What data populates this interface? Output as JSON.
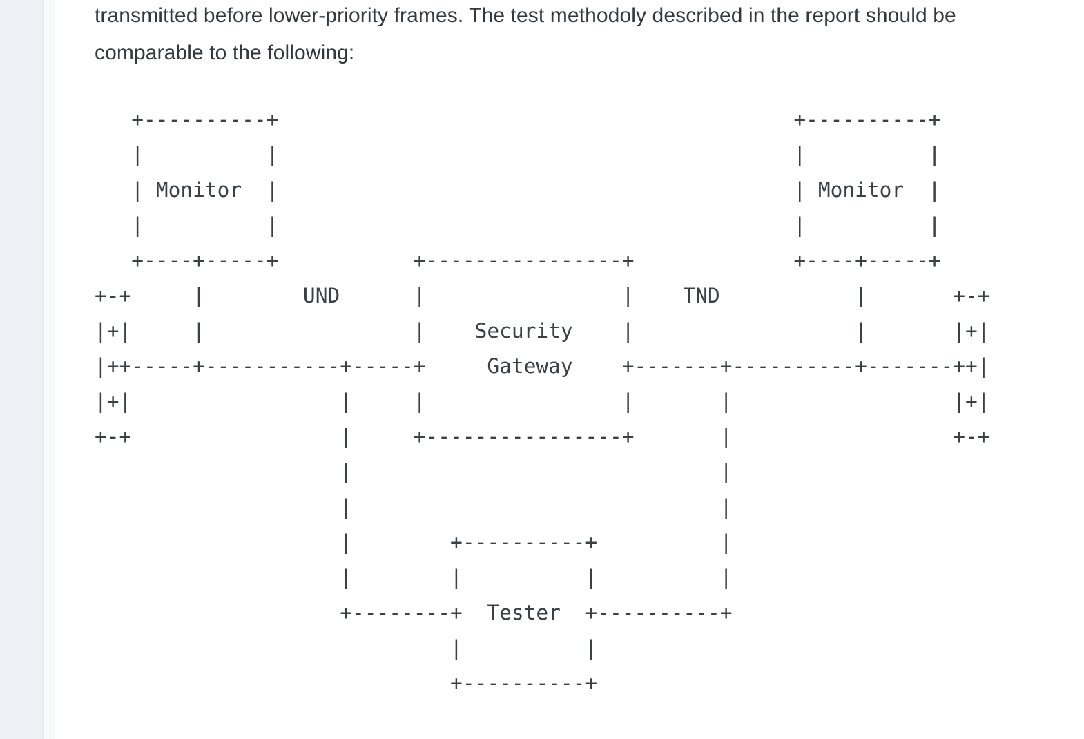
{
  "document": {
    "paragraph_lines": [
      "transmitted before lower-priority frames. The test methodoly described in the report should be",
      "comparable to the following:"
    ]
  },
  "diagram": {
    "semantics": {
      "nodes": [
        "Monitor",
        "Monitor",
        "Security Gateway",
        "Tester"
      ],
      "interface_labels": [
        "UND",
        "TND"
      ]
    },
    "lines": [
      "   +----------+                                          +----------+",
      "   |          |                                          |          |",
      "   | Monitor  |                                          | Monitor  |",
      "   |          |                                          |          |",
      "   +----+-----+           +----------------+             +----+-----+",
      "+-+     |        UND      |                |    TND           |       +-+",
      "|+|     |                 |    Security    |                  |       |+|",
      "|++-----+-----------+-----+     Gateway    +-------+----------+-------++|",
      "|+|                 |     |                |       |                  |+|",
      "+-+                 |     +----------------+       |                  +-+",
      "                    |                              |",
      "                    |                              |",
      "                    |        +----------+          |",
      "                    |        |          |          |",
      "                    +--------+  Tester  +----------+",
      "                             |          |",
      "                             +----------+"
    ]
  }
}
